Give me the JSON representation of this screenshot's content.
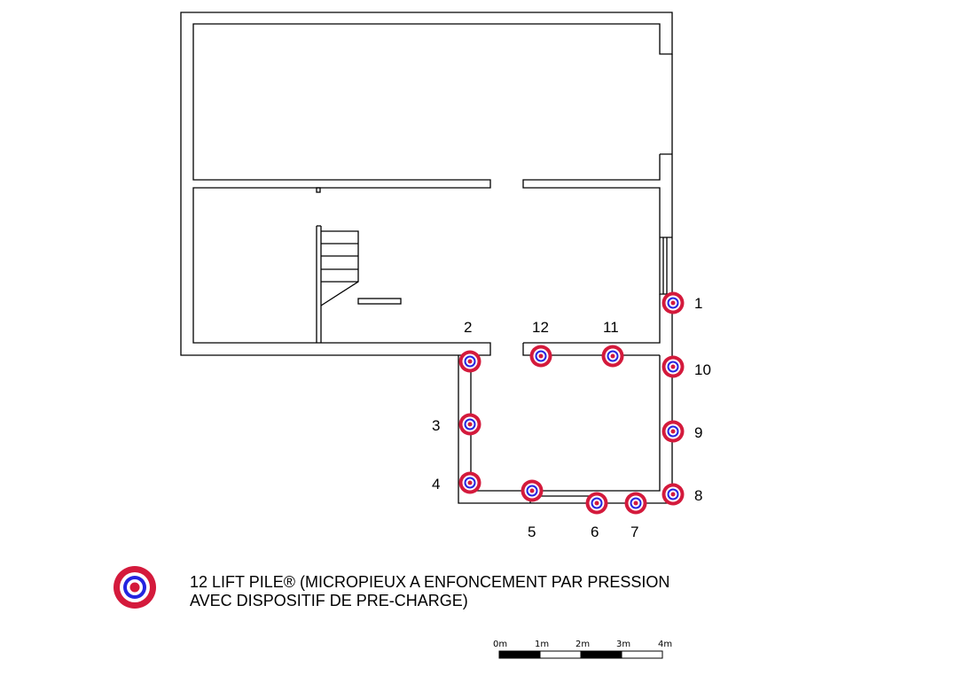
{
  "colors": {
    "pile_outer": "#d41a3c",
    "pile_ring": "#ffffff",
    "pile_inner": "#2424e0",
    "wall": "#000000"
  },
  "piles": [
    {
      "label": "1"
    },
    {
      "label": "2"
    },
    {
      "label": "3"
    },
    {
      "label": "4"
    },
    {
      "label": "5"
    },
    {
      "label": "6"
    },
    {
      "label": "7"
    },
    {
      "label": "8"
    },
    {
      "label": "9"
    },
    {
      "label": "10"
    },
    {
      "label": "11"
    },
    {
      "label": "12"
    }
  ],
  "legend": {
    "icon": "pile-target-icon",
    "line1": "12 LIFT PILE® (MICROPIEUX A ENFONCEMENT PAR PRESSION",
    "line2": "AVEC DISPOSITIF DE PRE-CHARGE)"
  },
  "scale_bar": {
    "labels": [
      "0m",
      "1m",
      "2m",
      "3m",
      "4m"
    ]
  }
}
